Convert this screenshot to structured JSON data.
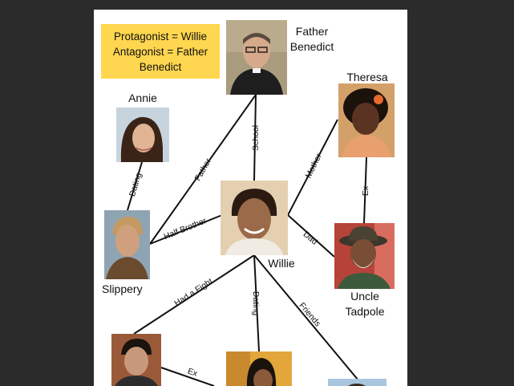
{
  "legend": {
    "line1": "Protagonist = Willie",
    "line2": "Antagonist = Father",
    "line3": "Benedict"
  },
  "nodes": {
    "father_benedict": {
      "label_line1": "Father",
      "label_line2": "Benedict"
    },
    "theresa": {
      "label": "Theresa"
    },
    "annie": {
      "label": "Annie"
    },
    "slippery": {
      "label": "Slippery"
    },
    "willie": {
      "label": "Willie"
    },
    "uncle_tadpole": {
      "label_line1": "Uncle",
      "label_line2": "Tadpole"
    }
  },
  "edges": {
    "school": "School",
    "father": "Father",
    "mother": "Mother",
    "ex_theresa_tadpole": "Ex",
    "dating_annie_slippery": "Dating",
    "half_brother": "Half Brother",
    "dad": "Dad",
    "had_a_fight": "Had a Fight",
    "dating_willie": "Dating",
    "friends": "Friends",
    "ex_bottom": "Ex"
  },
  "colors": {
    "background": "#2b2b2b",
    "page": "#ffffff",
    "legend_fill": "#ffd64f",
    "line": "#111111"
  }
}
